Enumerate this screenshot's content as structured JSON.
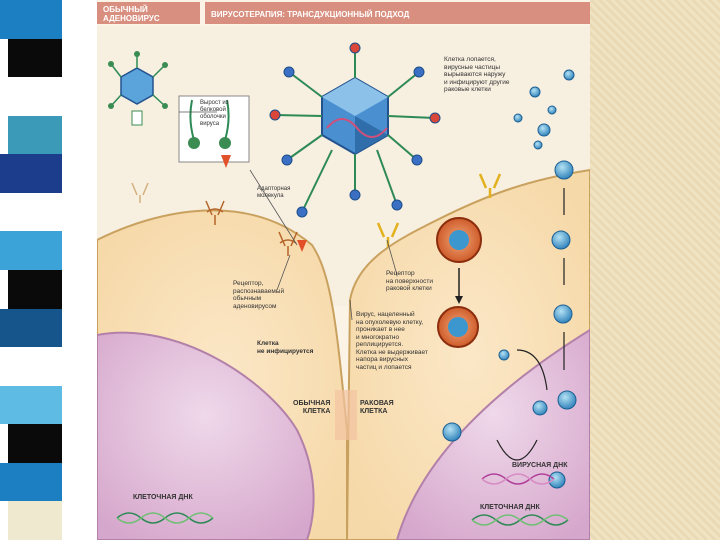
{
  "poster": {
    "header_left": "ОБЫЧНЫЙ\nАДЕНОВИРУС",
    "header_right": "ВИРУСОТЕРАПИЯ: ТРАНСДУКЦИОННЫЙ ПОДХОД",
    "labels": {
      "protein_outgrowth": "Вырост из\nбелковой\nоболочки\nвируса",
      "adapter_molecule": "Адапторная\nмолекула",
      "cell_lysis": "Клетка лопается,\nвирусные частицы\nвырываются наружу\nи инфицируют другие\nраковые клетки",
      "receptor_normal": "Рецептор,\nраспознаваемый\nобычным\nаденовирусом",
      "receptor_cancer": "Рецептор\nна поверхности\nраковой клетки",
      "cell_not_infected": "Клетка\nне инфицируется",
      "virus_targeted": "Вирус, нацеленный\nна опухолевую клетку,\nпроникает в нее\nи многократно\nреплицируется.\nКлетка не выдерживает\nнапора вирусных\nчастиц и лопается",
      "normal_cell": "ОБЫЧНАЯ\nКЛЕТКА",
      "cancer_cell": "РАКОВАЯ\nКЛЕТКА",
      "viral_dna": "ВИРУСНАЯ ДНК",
      "cellular_dna_left": "КЛЕТОЧНАЯ ДНК",
      "cellular_dna_right": "КЛЕТОЧНАЯ ДНК"
    }
  },
  "colors": {
    "strip": [
      "#1b7fc1",
      "#0a0a0a",
      "#ffffff",
      "#3b9ab8",
      "#1c3c8c",
      "#ffffff",
      "#3ba3d8",
      "#0a0a0a",
      "#16548c",
      "#ffffff",
      "#5dbbe4",
      "#0a0a0a",
      "#1b7fc1",
      "#efe9d0"
    ],
    "header": "#d98f7f",
    "parchment": "#ece0bf"
  }
}
